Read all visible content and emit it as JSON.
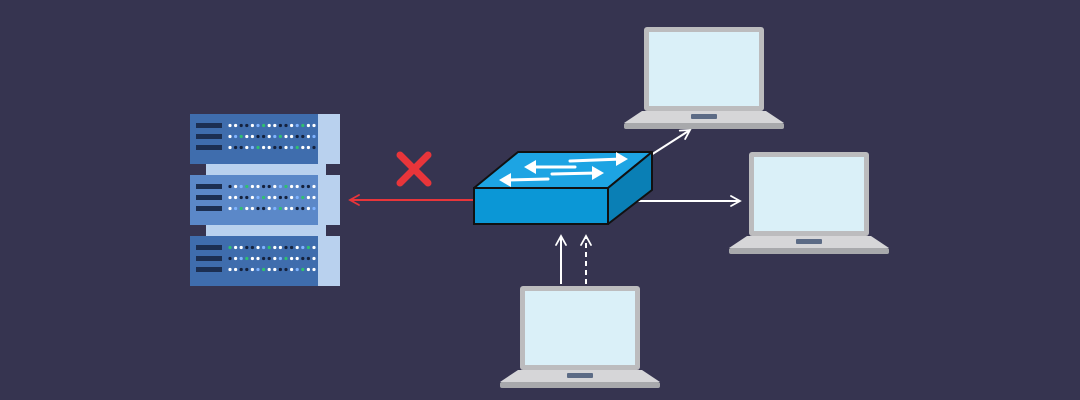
{
  "diagram": {
    "nodes": [
      {
        "id": "server",
        "icon": "server-rack-icon",
        "units": 3
      },
      {
        "id": "switch",
        "icon": "network-switch-icon"
      },
      {
        "id": "laptop-top",
        "icon": "laptop-icon"
      },
      {
        "id": "laptop-right",
        "icon": "laptop-icon"
      },
      {
        "id": "laptop-bottom",
        "icon": "laptop-icon",
        "role": "source"
      }
    ],
    "connections": [
      {
        "from": "switch",
        "to": "server",
        "status": "blocked",
        "marker": "cross-icon",
        "line": "solid"
      },
      {
        "from": "switch",
        "to": "laptop-top",
        "status": "forwarded",
        "line": "solid"
      },
      {
        "from": "switch",
        "to": "laptop-right",
        "status": "forwarded",
        "line": "solid"
      },
      {
        "from": "laptop-bottom",
        "to": "switch",
        "status": "forwarded",
        "line": "solid"
      },
      {
        "from": "laptop-bottom",
        "to": "switch",
        "status": "forwarded",
        "line": "dashed"
      }
    ]
  },
  "colors": {
    "background": "#363450",
    "blocked": "#e8353a",
    "forwarded": "#ffffff",
    "switch_front": "#0b97d6",
    "switch_top": "#1da4e3",
    "switch_side": "#0a7fb5",
    "server_unit": "#3f6dad",
    "server_unit_mid": "#5b88c8",
    "server_edge": "#d7e6f8",
    "server_gap": "#b9d1ee",
    "laptop_frame": "#bcbcbe",
    "laptop_screen": "#daf0f8",
    "laptop_base": "#a8a9ac"
  }
}
